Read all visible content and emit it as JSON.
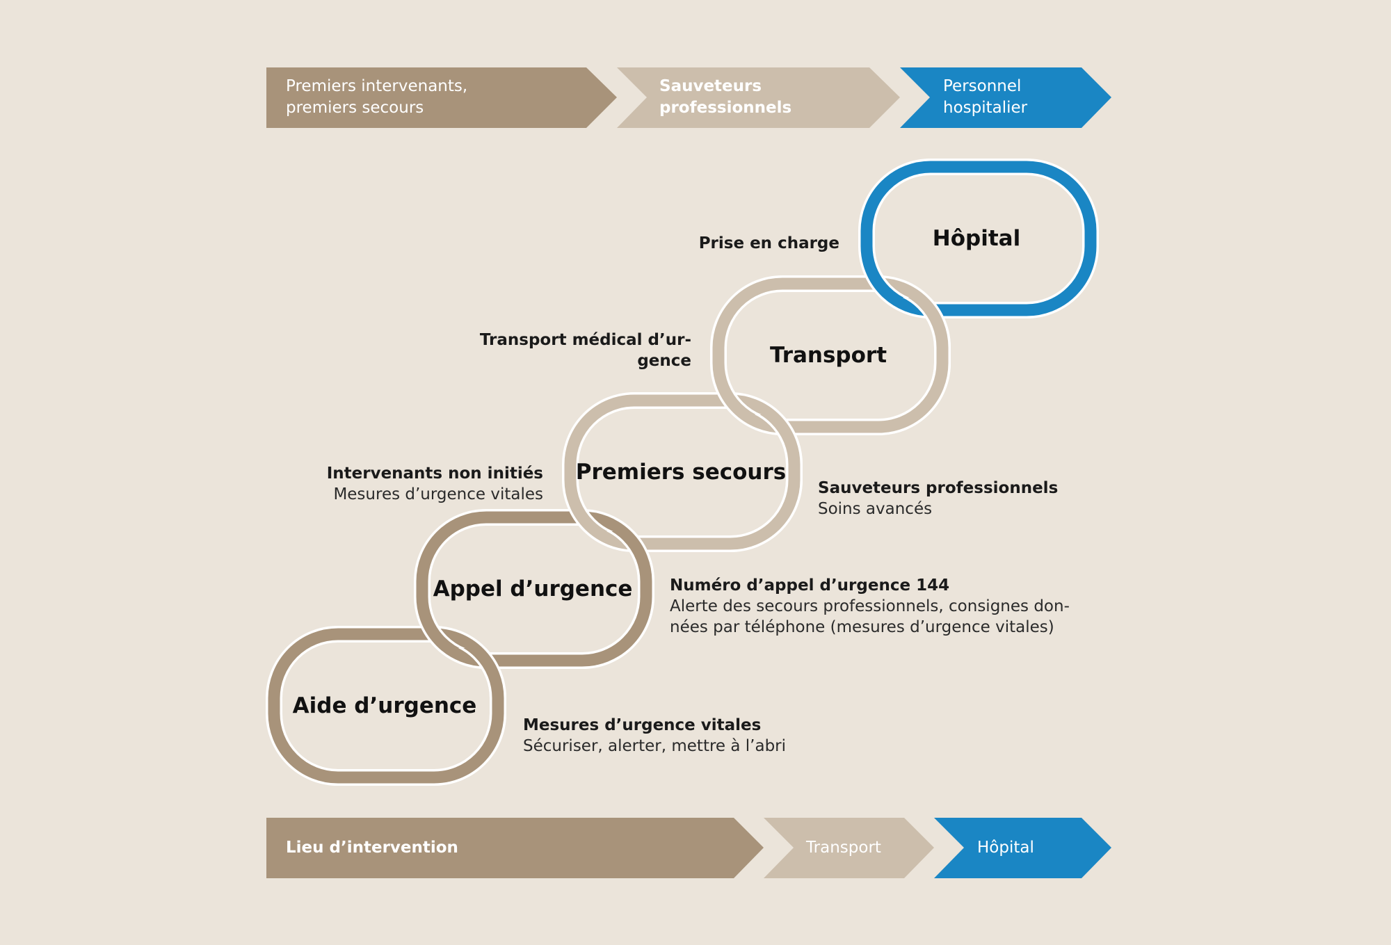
{
  "colors": {
    "background": "#ebe4da",
    "dark_taupe": "#a8937a",
    "light_taupe": "#ccbeac",
    "blue": "#1a86c4",
    "white": "#ffffff",
    "text": "#111111"
  },
  "top_bar": [
    {
      "label": "Premiers intervenants,\npremiers secours",
      "color_key": "dark_taupe",
      "bold": false
    },
    {
      "label": "Sauveteurs\nprofessionnels",
      "color_key": "light_taupe",
      "bold": true
    },
    {
      "label": "Personnel\nhospitalier",
      "color_key": "blue",
      "bold": false
    }
  ],
  "bottom_bar": [
    {
      "label": "Lieu d’intervention",
      "color_key": "dark_taupe",
      "bold": true
    },
    {
      "label": "Transport",
      "color_key": "light_taupe",
      "bold": false
    },
    {
      "label": "Hôpital",
      "color_key": "blue",
      "bold": false
    }
  ],
  "chain": [
    {
      "label": "Aide d’urgence",
      "color_key": "dark_taupe"
    },
    {
      "label": "Appel d’urgence",
      "color_key": "dark_taupe"
    },
    {
      "label": "Premiers secours",
      "color_key": "light_taupe"
    },
    {
      "label": "Transport",
      "color_key": "light_taupe"
    },
    {
      "label": "Hôpital",
      "color_key": "blue"
    }
  ],
  "annotations": {
    "prise_en_charge": {
      "title": "Prise en charge"
    },
    "transport_medical": {
      "title": "Transport médical d’ur-\ngence"
    },
    "intervenants": {
      "title": "Intervenants non initiés",
      "subtitle": "Mesures d’urgence vitales"
    },
    "sauveteurs": {
      "title": "Sauveteurs professionnels",
      "subtitle": "Soins avancés"
    },
    "numero": {
      "title": "Numéro d’appel d’urgence 144",
      "subtitle": "Alerte des secours professionnels, consignes don-\nnées par téléphone (mesures d’urgence vitales)"
    },
    "mesures": {
      "title": "Mesures d’urgence vitales",
      "subtitle": "Sécuriser, alerter, mettre à l’abri"
    }
  }
}
